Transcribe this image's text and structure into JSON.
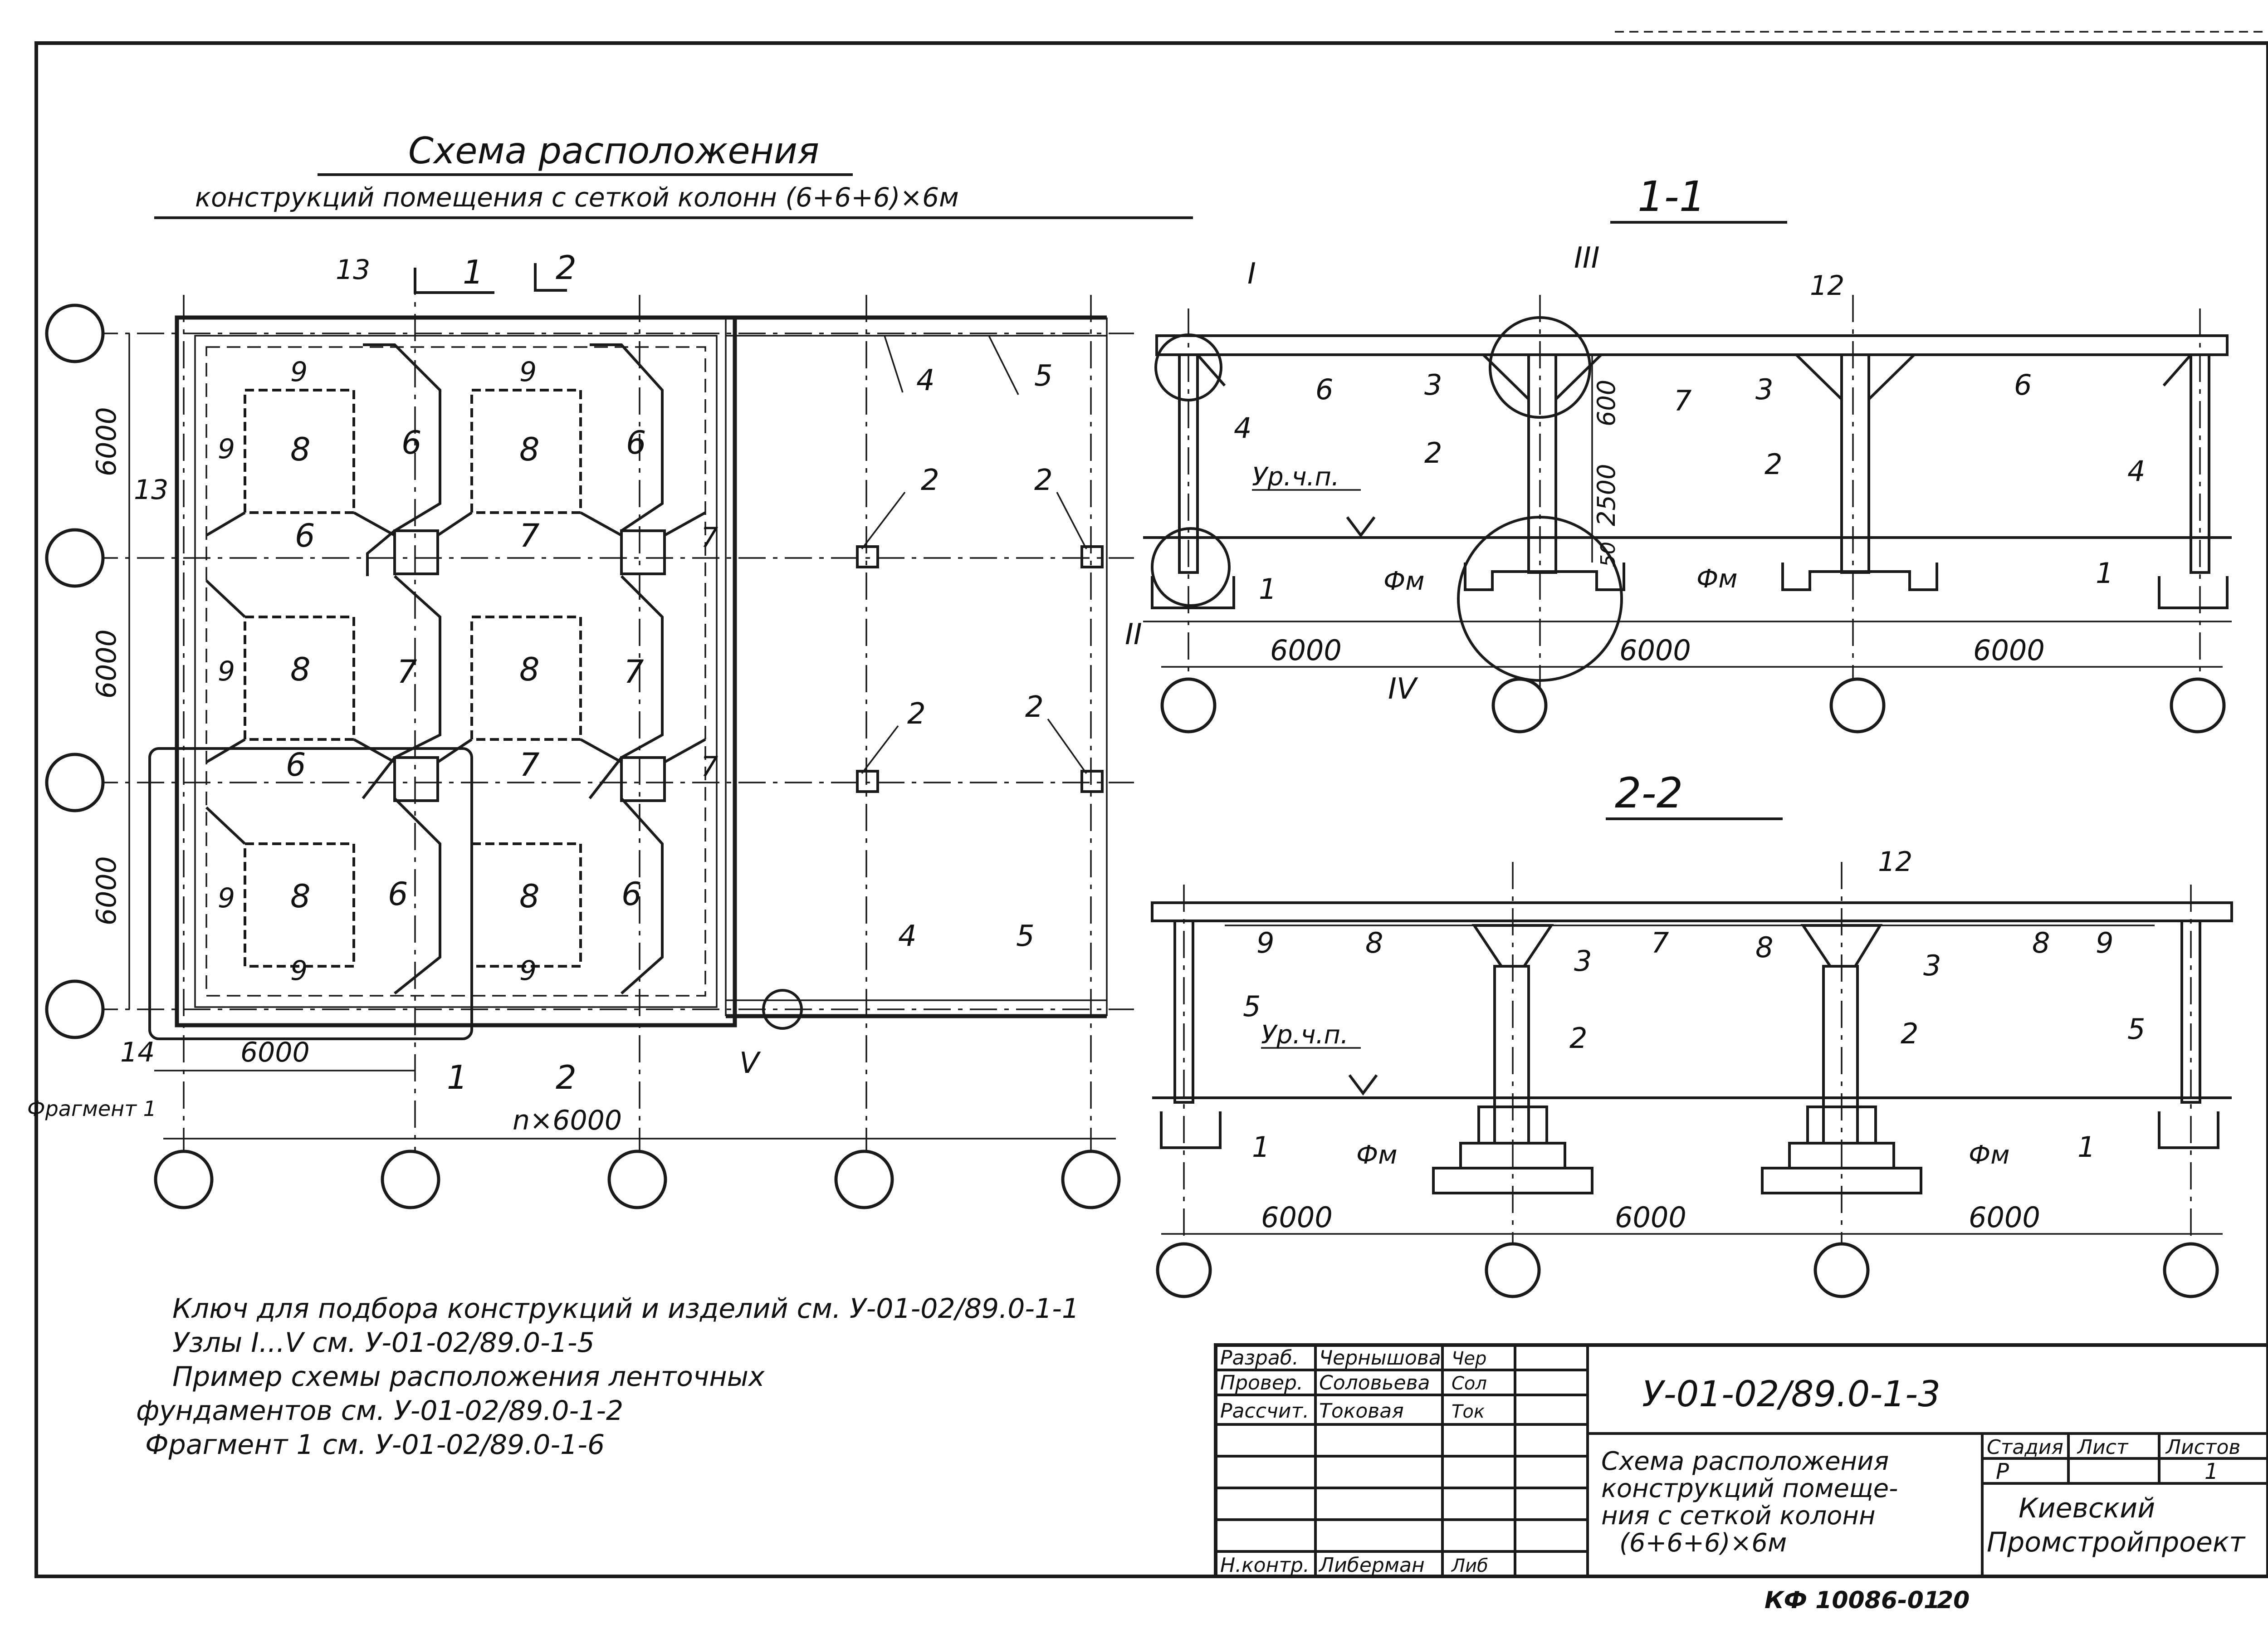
{
  "plan": {
    "title_line1": "Схема расположения",
    "title_line2": "конструкций помещения с сеткой колонн (6+6+6)×6м",
    "dim_6000": "6000",
    "dim_nx6000": "n×6000",
    "fragment_label": "Фрагмент 1",
    "cut1": "1",
    "cut2": "2",
    "tags": {
      "t13": "13",
      "t14": "14",
      "t9": "9",
      "t8": "8",
      "t6": "6",
      "t7": "7",
      "t4": "4",
      "t5": "5",
      "t2": "2"
    },
    "node_v": "V"
  },
  "section11": {
    "title": "1-1",
    "tags": {
      "t1": "1",
      "t2": "2",
      "t3": "3",
      "t4": "4",
      "t6": "6",
      "t7": "7",
      "t12": "12"
    },
    "nodes": {
      "n1": "I",
      "n2": "II",
      "n3": "III",
      "n4": "IV"
    },
    "dim_600": "600",
    "dim_2500": "2500",
    "dim_50": "50",
    "level": "Ур.ч.п.",
    "fm": "Фм",
    "span": "6000"
  },
  "section22": {
    "title": "2-2",
    "tags": {
      "t1": "1",
      "t2": "2",
      "t3": "3",
      "t5": "5",
      "t7": "7",
      "t8": "8",
      "t9": "9",
      "t12": "12"
    },
    "level": "Ур.ч.п.",
    "fm": "Фм",
    "span": "6000"
  },
  "notes": [
    "Ключ для подбора конструкций и изделий см. У-01-02/89.0-1-1",
    "Узлы I...V см. У-01-02/89.0-1-5",
    "Пример схемы расположения ленточных",
    "фундаментов см. У-01-02/89.0-1-2",
    "Фрагмент 1 см. У-01-02/89.0-1-6"
  ],
  "title_block": {
    "roles": [
      "Разраб.",
      "Провер.",
      "Рассчит.",
      "",
      "",
      "",
      "Н.контр."
    ],
    "names": [
      "Чернышова",
      "Соловьева",
      "Токовая",
      "",
      "",
      "",
      "Либерман"
    ],
    "signatures": [
      "Чер",
      "Сол",
      "Ток",
      "",
      "",
      "",
      "Либ"
    ],
    "doc_code": "У-01-02/89.0-1-3",
    "description": [
      "Схема расположения",
      "конструкций помеще-",
      "ния с сеткой колонн",
      "(6+6+6)×6м"
    ],
    "stage_label": "Стадия",
    "sheet_label": "Лист",
    "sheets_label": "Листов",
    "stage_value": "Р",
    "sheet_value": "",
    "sheets_value": "1",
    "org": [
      "Киевский",
      "Промстройпроект"
    ]
  },
  "footer": {
    "archive": "КФ 10086-01",
    "number": "20"
  }
}
